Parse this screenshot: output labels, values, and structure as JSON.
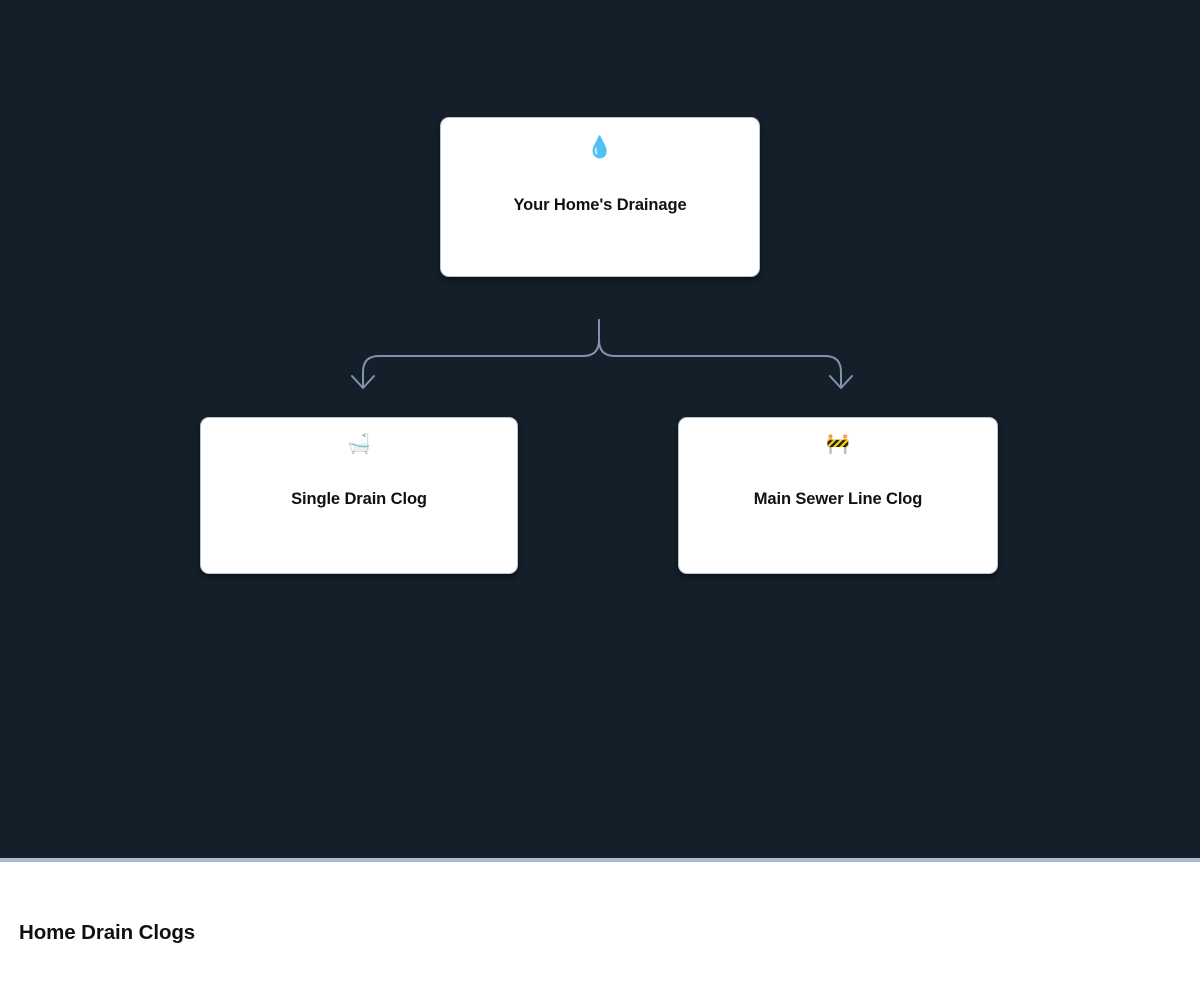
{
  "caption": {
    "title": "Home Drain Clogs"
  },
  "colors": {
    "canvas_background": "#141f29",
    "node_background": "#ffffff",
    "node_border": "#b7c4d4",
    "node_text": "#111111",
    "edge_stroke": "#7e93ad",
    "divider": "#aabccf",
    "caption_background": "#ffffff",
    "caption_text": "#101010"
  },
  "diagram": {
    "type": "tree",
    "orientation": "top-down",
    "root": {
      "id": "root",
      "label": "Your Home's Drainage",
      "icon": "💧",
      "icon_name": "droplet-icon"
    },
    "children": [
      {
        "id": "single-drain-clog",
        "label": "Single Drain Clog",
        "icon": "🛁",
        "icon_name": "bathtub-icon"
      },
      {
        "id": "main-sewer-line-clog",
        "label": "Main Sewer Line Clog",
        "icon": "🚧",
        "icon_name": "construction-barrier-icon"
      }
    ],
    "edges": [
      {
        "from": "root",
        "to": "single-drain-clog",
        "style": "orthogonal-rounded",
        "arrow": "down"
      },
      {
        "from": "root",
        "to": "main-sewer-line-clog",
        "style": "orthogonal-rounded",
        "arrow": "down"
      }
    ]
  }
}
